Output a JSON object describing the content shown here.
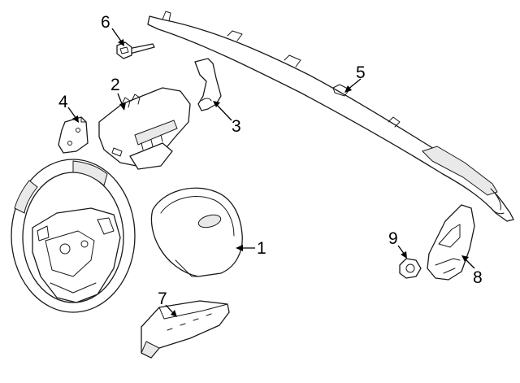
{
  "callouts": [
    {
      "id": "1",
      "text": "1",
      "part": "driver-airbag-module"
    },
    {
      "id": "2",
      "text": "2",
      "part": "knee-airbag-module"
    },
    {
      "id": "3",
      "text": "3",
      "part": "curtain-mounting-bracket"
    },
    {
      "id": "4",
      "text": "4",
      "part": "knee-airbag-bracket"
    },
    {
      "id": "5",
      "text": "5",
      "part": "side-curtain-airbag"
    },
    {
      "id": "6",
      "text": "6",
      "part": "retaining-bolt"
    },
    {
      "id": "7",
      "text": "7",
      "part": "passenger-airbag-module"
    },
    {
      "id": "8",
      "text": "8",
      "part": "seat-side-airbag"
    },
    {
      "id": "9",
      "text": "9",
      "part": "retaining-nut"
    }
  ],
  "colors": {
    "line": "#1a1a1a",
    "fill": "#ffffff",
    "shade": "#e9e9e9",
    "background": "#ffffff"
  }
}
